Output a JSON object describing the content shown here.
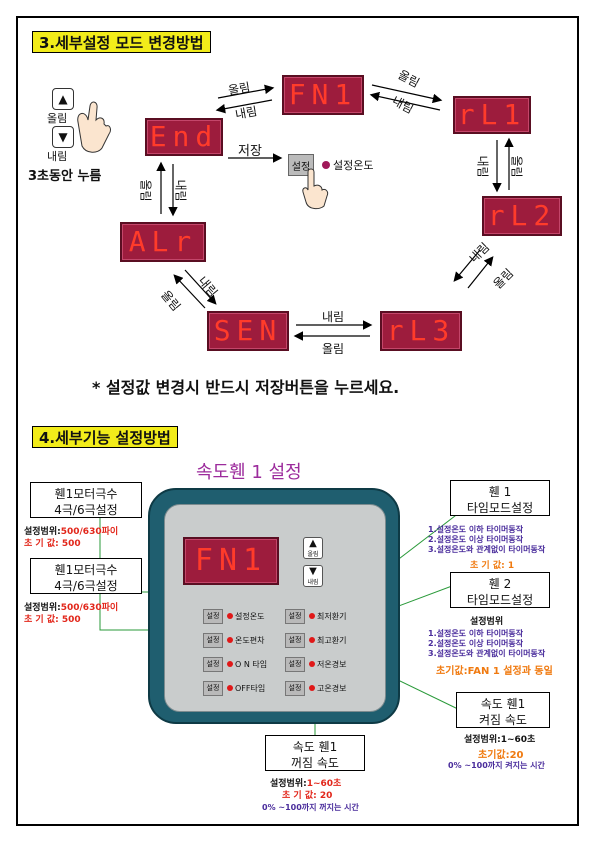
{
  "section3": {
    "title": "3.세부설정 모드 변경방법",
    "hand_hint": "3초동안 누름",
    "key_up": "올림",
    "key_down": "내림",
    "displays": [
      "FN1",
      "End",
      "rL1",
      "rL2",
      "ALr",
      "SEN",
      "rL3"
    ],
    "arrow_labels": {
      "up": "올림",
      "down": "내림",
      "save": "저장"
    },
    "save_button": "설정",
    "save_target": "설정온도",
    "note": "* 설정값 변경시 반드시 저장버튼을 누르세요."
  },
  "section4": {
    "title": "4.세부기능 설정방법",
    "panel_title": "속도휀 1 설정",
    "lcd": "FN1",
    "up_label": "올림",
    "down_label": "내림",
    "buttons": [
      {
        "key": "설정",
        "label": "설정온도"
      },
      {
        "key": "설정",
        "label": "최저환기"
      },
      {
        "key": "설정",
        "label": "온도편차"
      },
      {
        "key": "설정",
        "label": "최고환기"
      },
      {
        "key": "설정",
        "label": "O N 타임"
      },
      {
        "key": "설정",
        "label": "저온경보"
      },
      {
        "key": "설정",
        "label": "OFF타임"
      },
      {
        "key": "설정",
        "label": "고온경보"
      }
    ],
    "left_box1": {
      "line1": "휀1모터극수",
      "line2": "4극/6극설정",
      "range_label": "설정범위:",
      "range_value": "500/630파이",
      "init": "초 기 값: 500"
    },
    "left_box2": {
      "line1": "휀1모터극수",
      "line2": "4극/6극설정",
      "range_label": "설정범위:",
      "range_value": "500/630파이",
      "init": "초 기 값: 500"
    },
    "right_box1": {
      "line1": "휀 1",
      "line2": "타임모드설정",
      "opt1": "1.설정온도 이하 타이머동작",
      "opt2": "2.설정온도 이상 타이머동작",
      "opt3": "3.설정온도와 관계없이 타이머동작",
      "init": "초 기 값: 1"
    },
    "right_box2": {
      "line1": "휀 2",
      "line2": "타임모드설정",
      "range": "설정범위",
      "opt1": "1.설정온도 이하 타이머동작",
      "opt2": "2.설정온도 이상 타이머동작",
      "opt3": "3.설정온도와 관계없이 타이머동작",
      "init": "초기값:FAN 1 설정과 동일"
    },
    "right_box3": {
      "line1": "속도 휀1",
      "line2": "켜짐 속도",
      "range": "설정범위:1~60초",
      "init": "초기값:20",
      "note": "0% ~100까지 켜지는 시간"
    },
    "bottom_box": {
      "line1": "속도 휀1",
      "line2": "꺼짐 속도",
      "range_label": "설정범위:",
      "range_value": "1~60초",
      "init": "초 기 값: 20",
      "note": "0% ~100까지 꺼지는 시간"
    }
  }
}
